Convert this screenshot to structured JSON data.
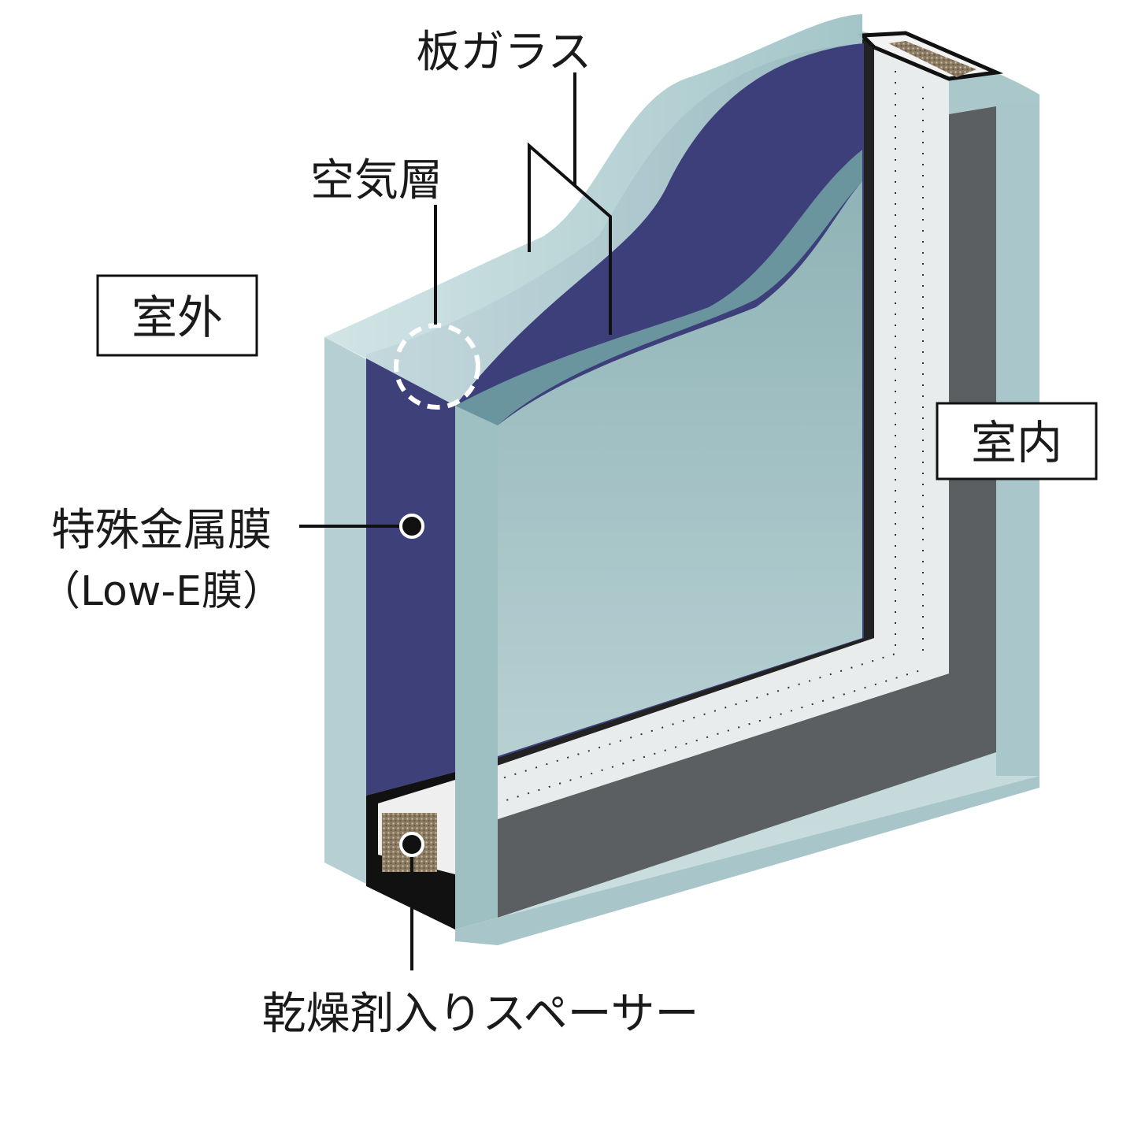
{
  "diagram": {
    "side_labels": {
      "outdoor": "室外",
      "indoor": "室内"
    },
    "callouts": {
      "sheet_glass": "板ガラス",
      "air_layer": "空気層",
      "special_metal_film": "特殊金属膜",
      "low_e_film": "（Low-E膜）",
      "spacer": "乾燥剤入りスペーサー"
    },
    "colors": {
      "glass_light": "#b9d3d6",
      "glass_mid": "#8fb3b6",
      "glass_dark": "#5f9599",
      "coating_blue": "#3c3f7a",
      "spacer_dark": "#5c5f61",
      "frame_black": "#111111",
      "desiccant": "#8a7a62"
    }
  }
}
